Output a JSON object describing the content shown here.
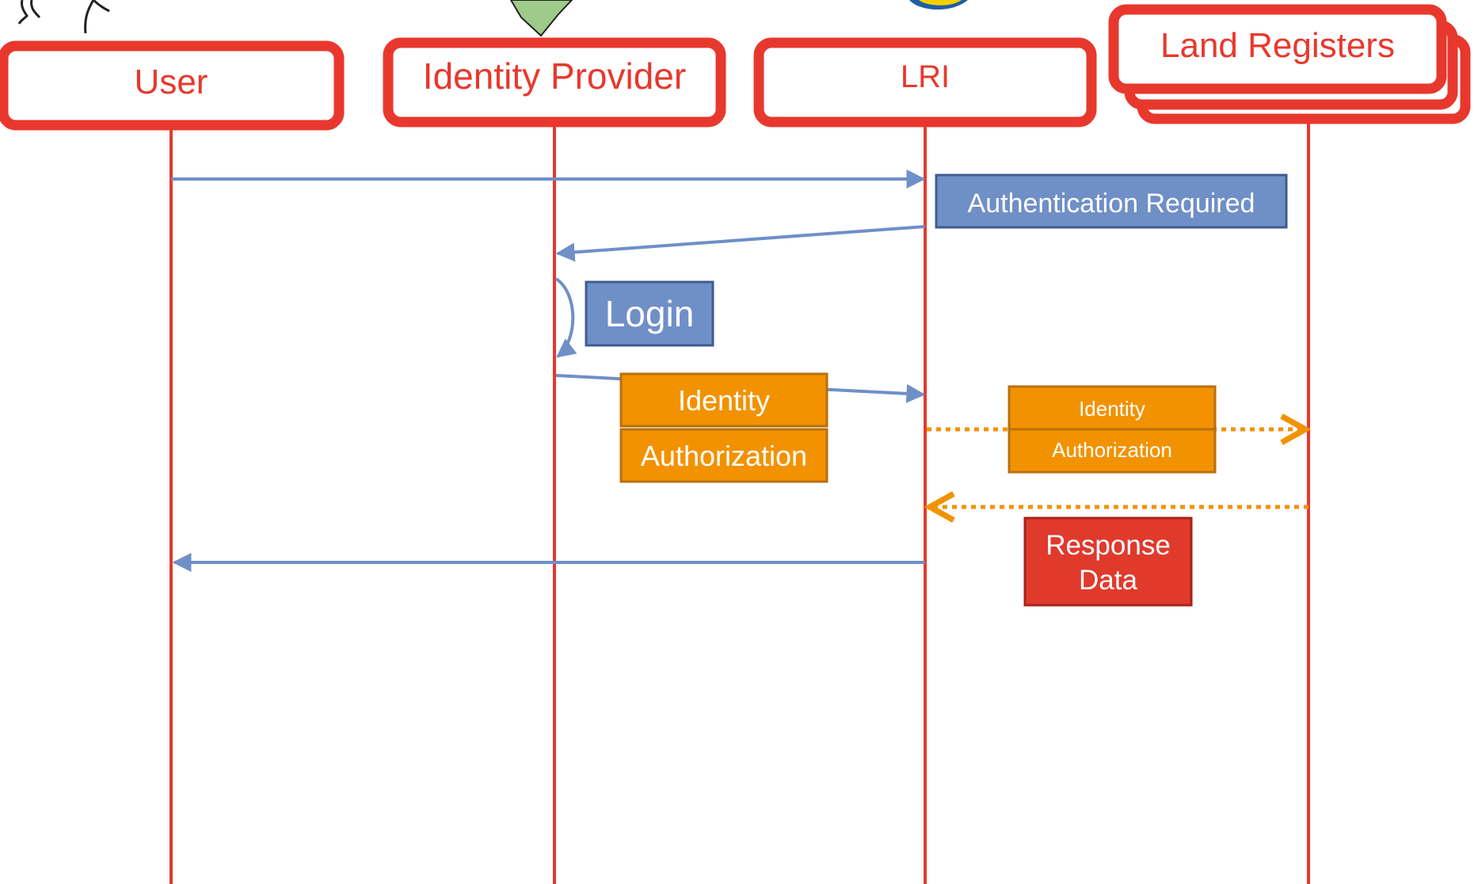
{
  "participants": {
    "user": "User",
    "identity_provider": "Identity Provider",
    "lri": "LRI",
    "land_registers": "Land Registers"
  },
  "notes": {
    "authentication_required": "Authentication Required",
    "login": "Login",
    "identity": "Identity",
    "authorization": "Authorization",
    "identity_small": "Identity",
    "authorization_small": "Authorization",
    "response_line1": "Response",
    "response_line2": "Data"
  },
  "colors": {
    "lifeline_red": "#e8382d",
    "message_blue": "#6f8fc7",
    "note_blue_fill": "#6f8fc7",
    "note_blue_border": "#3f5c8f",
    "note_orange_fill": "#f29200",
    "note_orange_border": "#b8700f",
    "dotted_orange": "#f29200",
    "response_red": "#e03a2c",
    "response_border": "#a82118"
  }
}
